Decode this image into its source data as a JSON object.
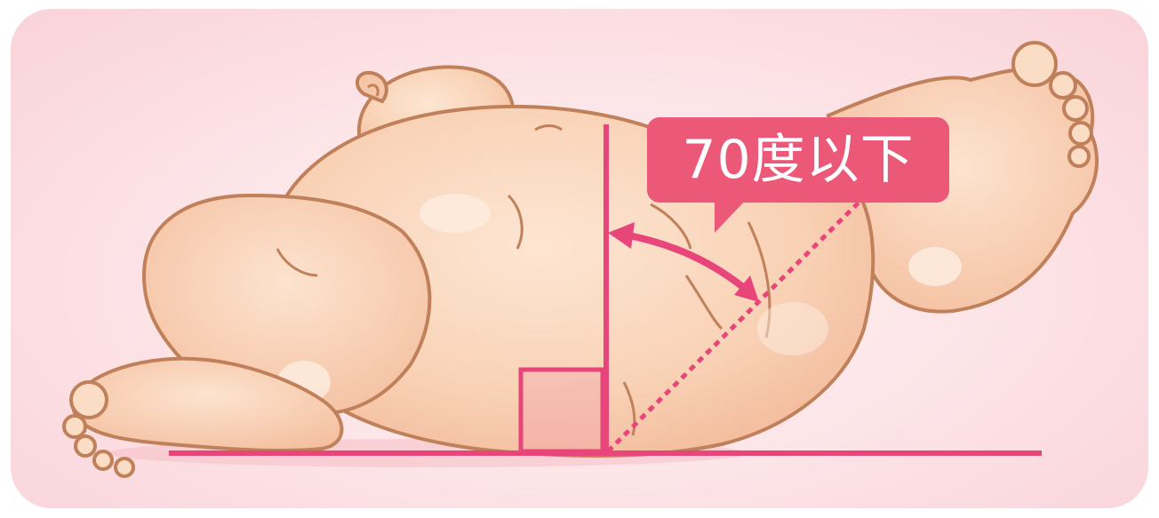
{
  "callout": {
    "label": "70度以下"
  },
  "colors": {
    "accent": "#e8467a",
    "callout_bg": "#ec5878",
    "skin": "#fbd8be",
    "skin_shade": "#f3bca0",
    "outline": "#c0805a",
    "panel_bg": "#fde6e9"
  },
  "icons": {
    "angle_arrow": "double-headed-curved-arrow",
    "right_angle": "right-angle-marker"
  }
}
